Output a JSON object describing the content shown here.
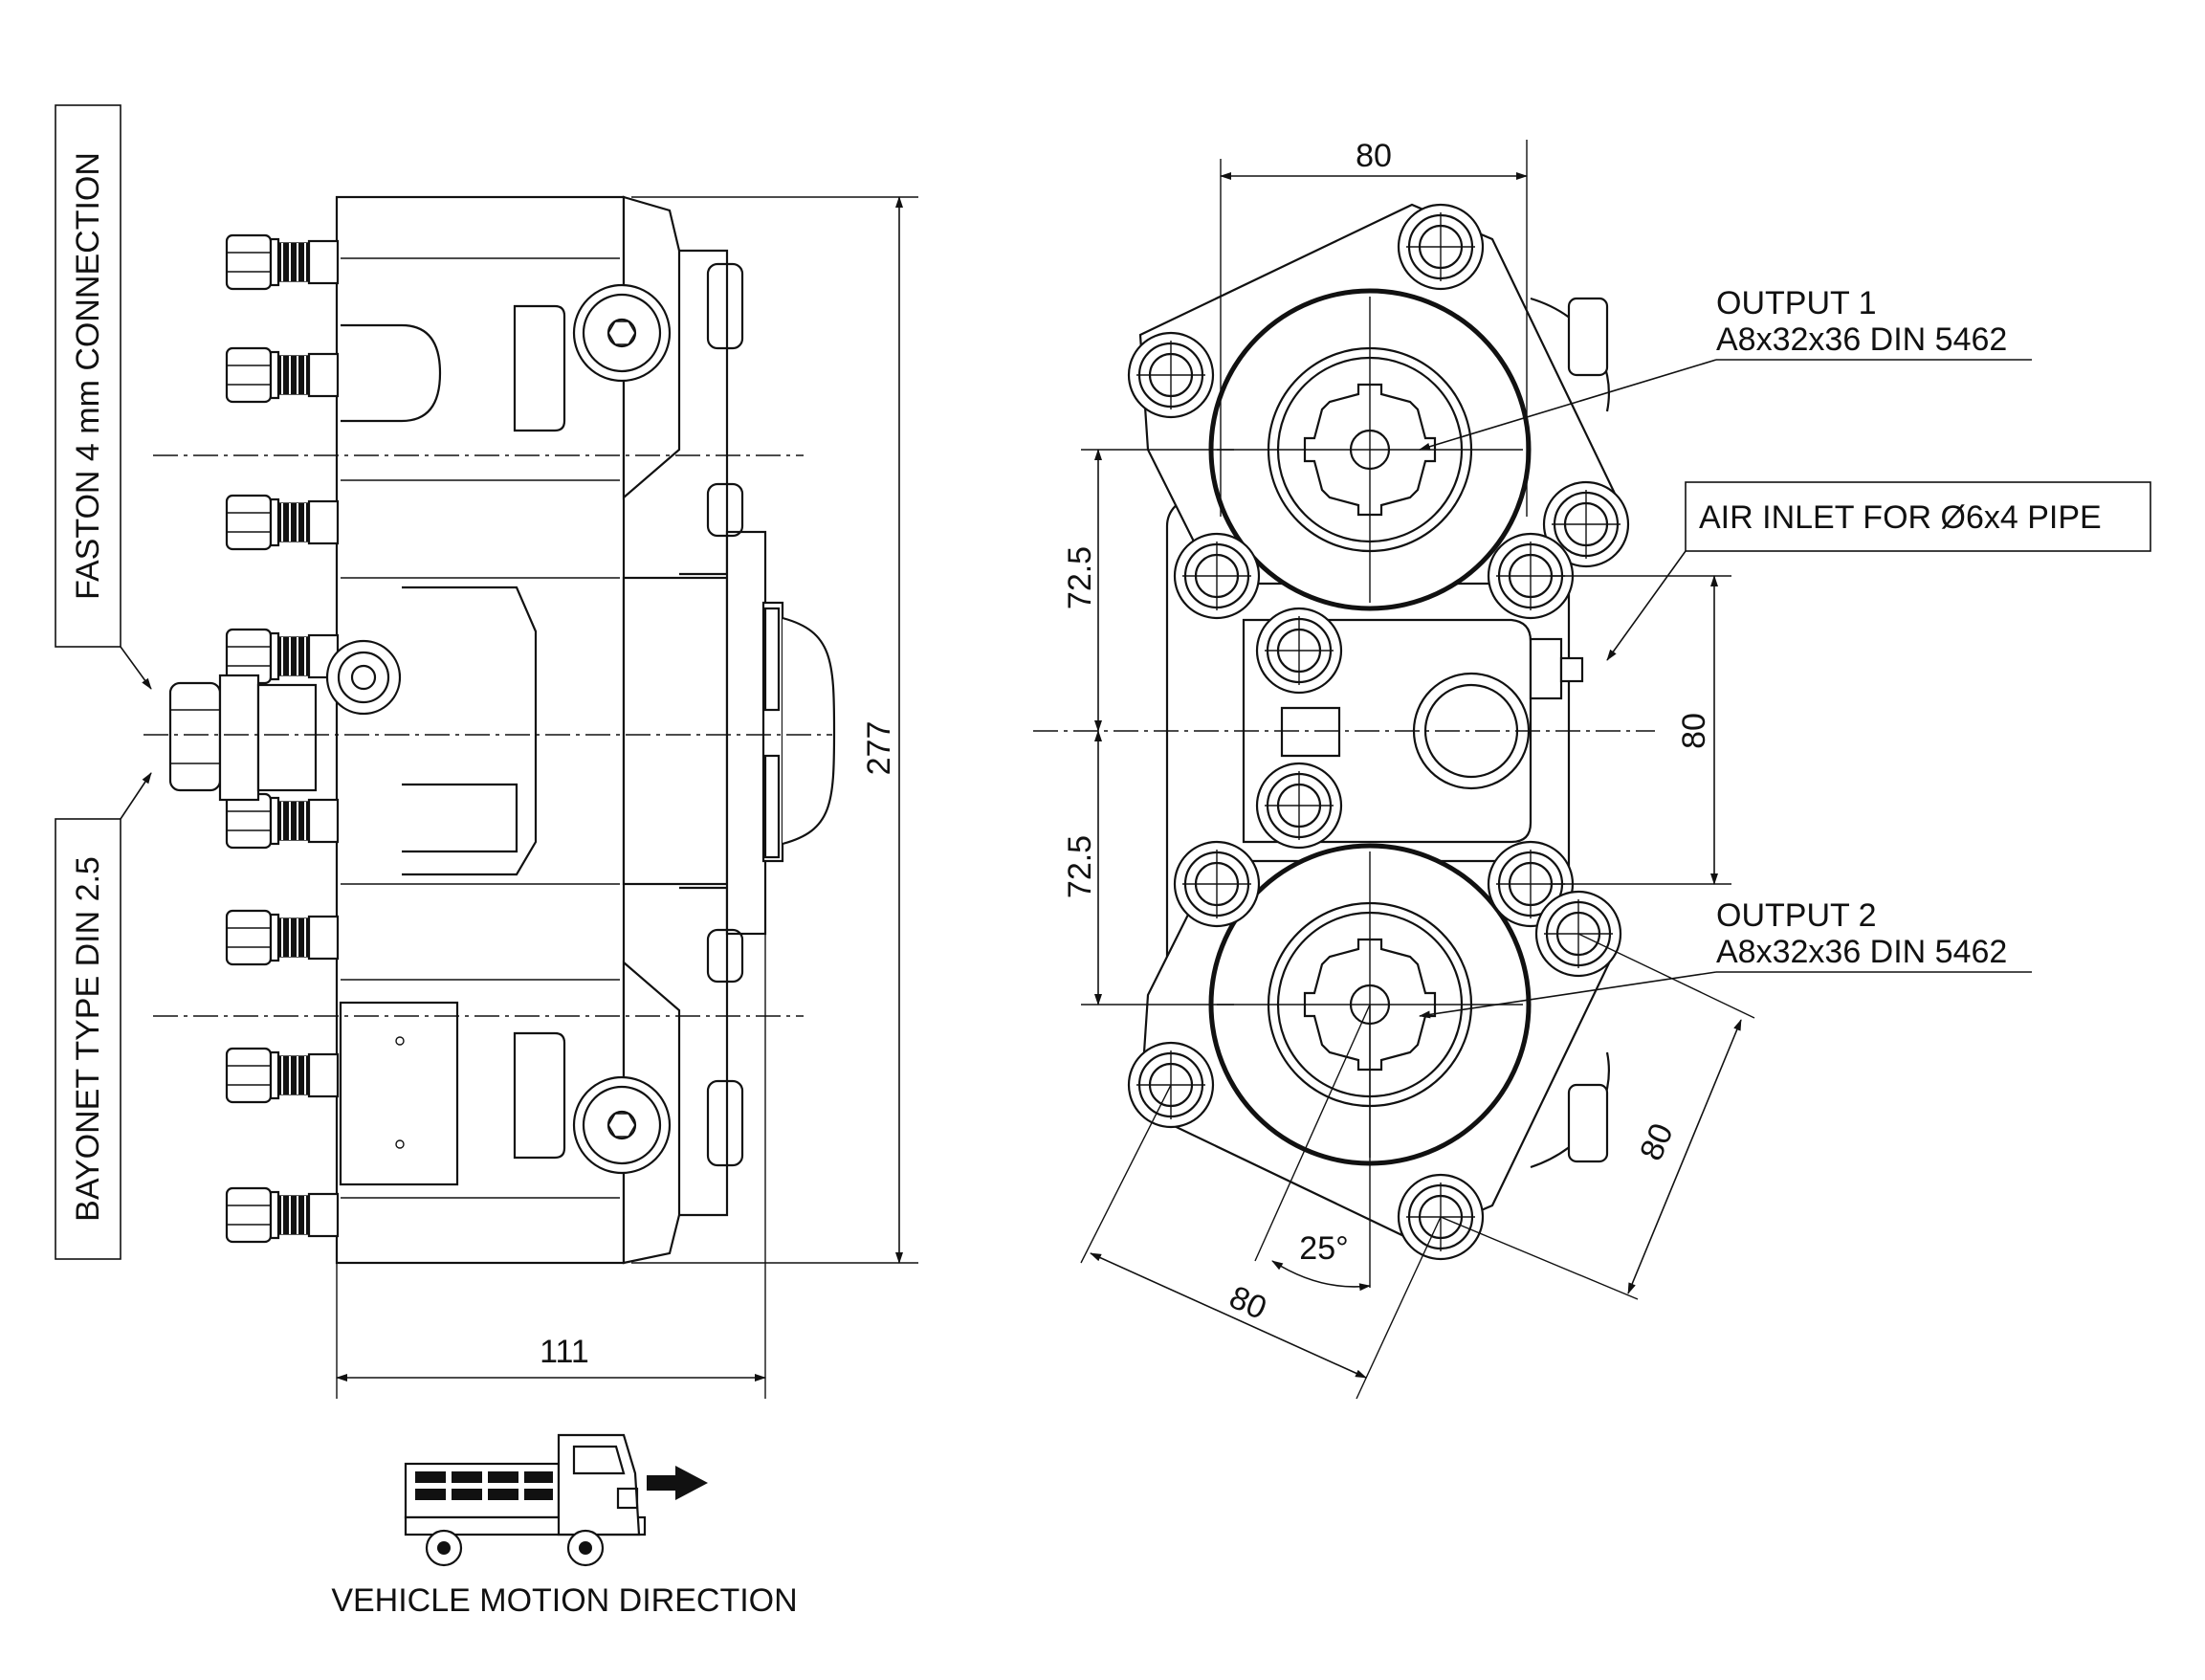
{
  "labels": {
    "faston": "FASTON 4 mm CONNECTION",
    "bayonet": "BAYONET TYPE DIN 2.5",
    "output1_title": "OUTPUT 1",
    "output1_spec": "A8x32x36 DIN 5462",
    "output2_title": "OUTPUT 2",
    "output2_spec": "A8x32x36 DIN 5462",
    "air_inlet": "AIR INLET FOR Ø6x4 PIPE",
    "vehicle_motion": "VEHICLE MOTION DIRECTION"
  },
  "dimensions": {
    "height_side": "277",
    "width_side": "111",
    "top_width": "80",
    "upper_pitch": "72.5",
    "lower_pitch": "72.5",
    "right_pitch": "80",
    "diag_right": "80",
    "diag_bottom": "80",
    "angle": "25°"
  },
  "colors": {
    "line": "#111111",
    "background": "#ffffff"
  }
}
